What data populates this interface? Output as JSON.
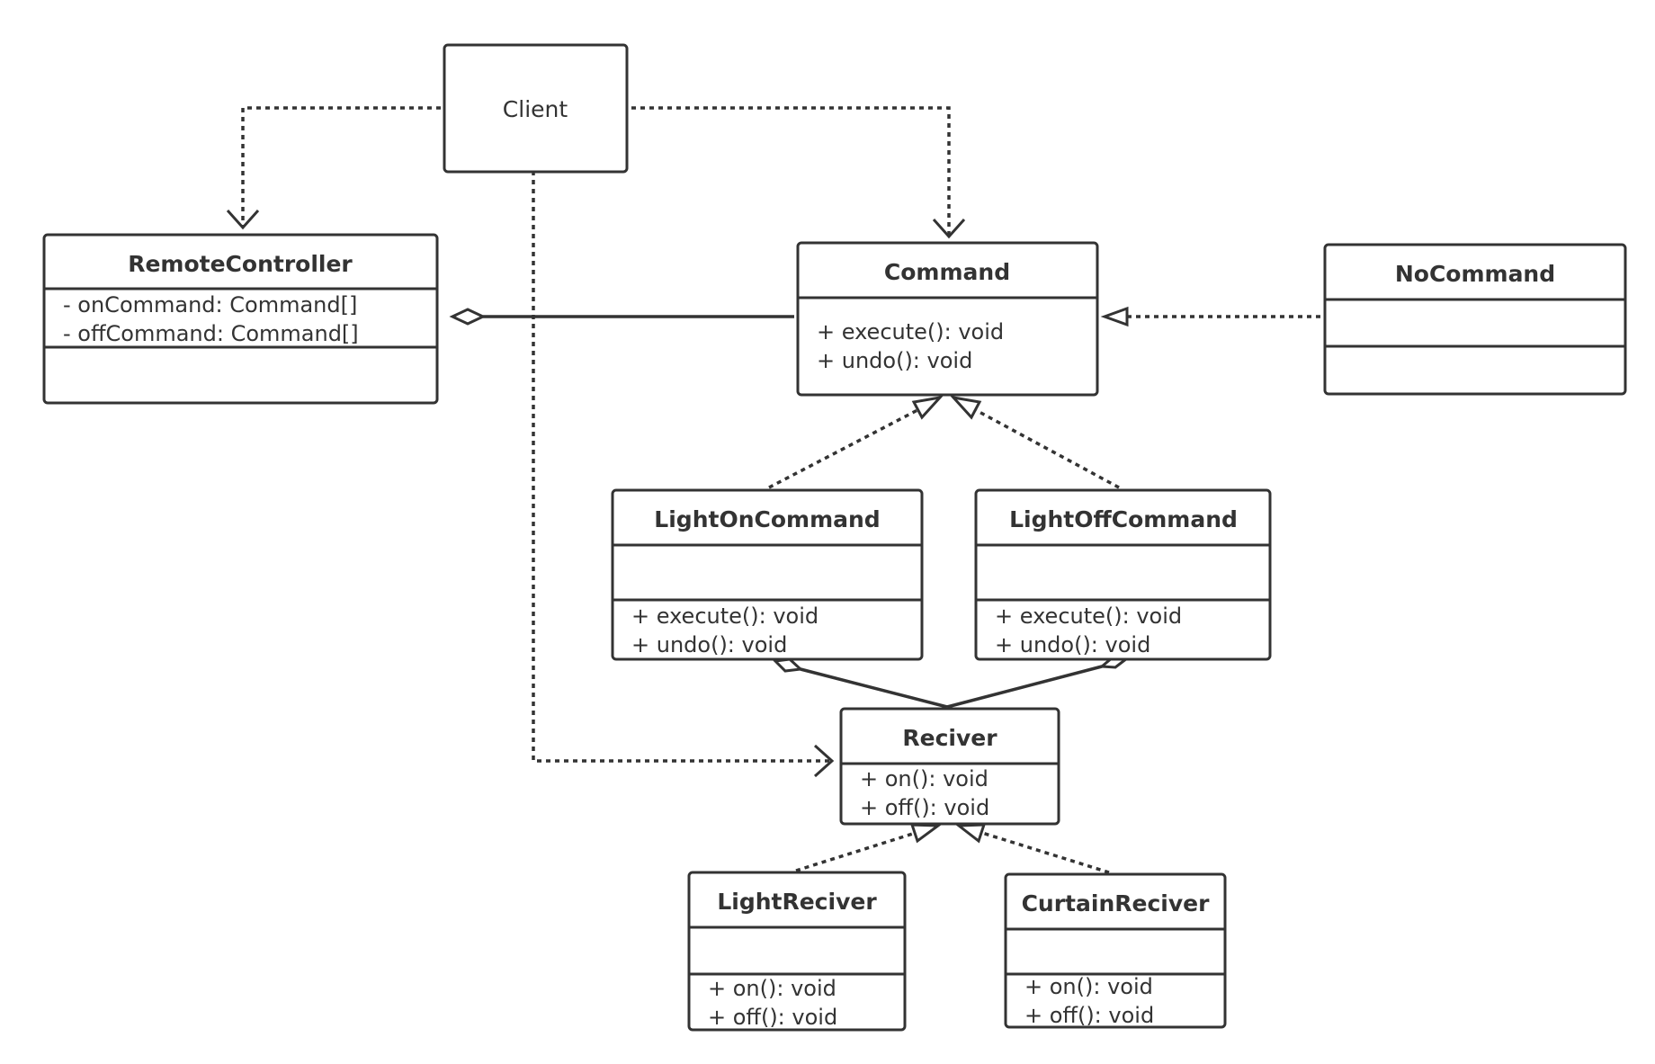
{
  "diagram": {
    "client": {
      "title": "Client"
    },
    "remote_controller": {
      "title": "RemoteController",
      "attributes": [
        "- onCommand: Command[]",
        "- offCommand: Command[]"
      ]
    },
    "command": {
      "title": "Command",
      "methods": [
        "+ execute(): void",
        "+ undo(): void"
      ]
    },
    "no_command": {
      "title": "NoCommand"
    },
    "light_on_command": {
      "title": "LightOnCommand",
      "methods": [
        "+ execute(): void",
        "+ undo(): void"
      ]
    },
    "light_off_command": {
      "title": "LightOffCommand",
      "methods": [
        "+ execute(): void",
        "+ undo(): void"
      ]
    },
    "reciver": {
      "title": "Reciver",
      "methods": [
        "+ on(): void",
        "+ off(): void"
      ]
    },
    "light_reciver": {
      "title": "LightReciver",
      "methods": [
        "+ on(): void",
        "+ off(): void"
      ]
    },
    "curtain_reciver": {
      "title": "CurtainReciver",
      "methods": [
        "+ on(): void",
        "+ off(): void"
      ]
    }
  }
}
